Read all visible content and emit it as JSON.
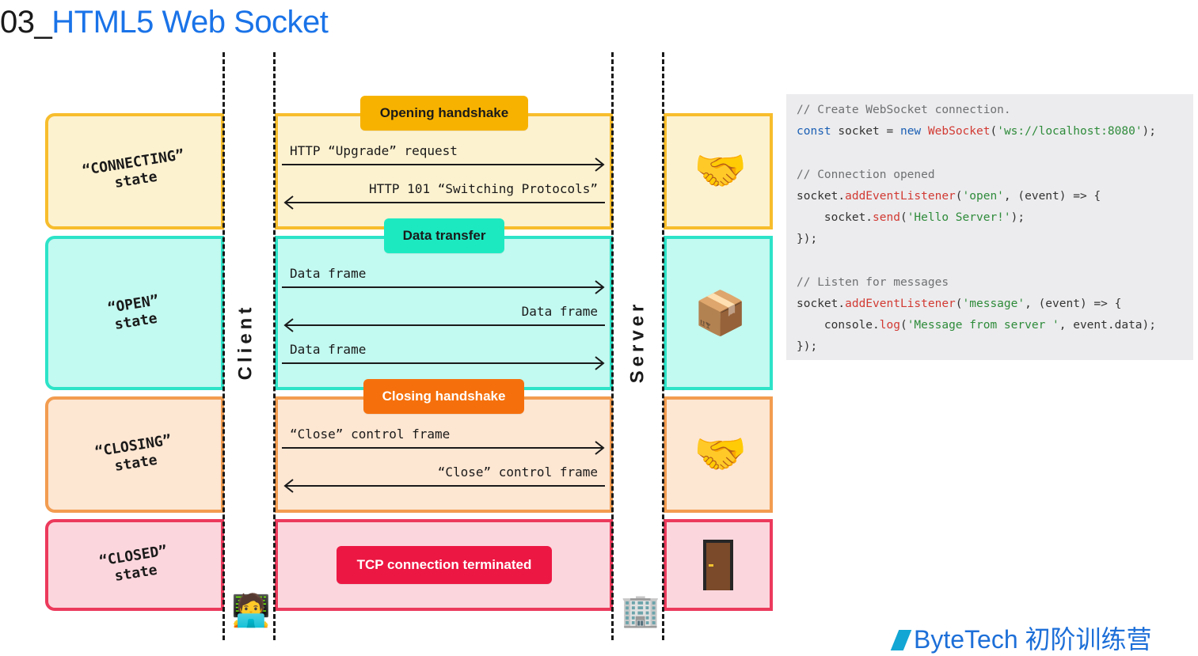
{
  "title": {
    "number": "03_",
    "text": "HTML5 Web Socket"
  },
  "lanes": {
    "client": "Client",
    "server": "Server"
  },
  "states": [
    {
      "line1": "“CONNECTING”",
      "line2": "state"
    },
    {
      "line1": "“OPEN”",
      "line2": "state"
    },
    {
      "line1": "“CLOSING”",
      "line2": "state"
    },
    {
      "line1": "“CLOSED”",
      "line2": "state"
    }
  ],
  "phases": {
    "opening": "Opening handshake",
    "data": "Data transfer",
    "closing": "Closing handshake",
    "terminated": "TCP connection terminated"
  },
  "messages": {
    "upgrade_request": "HTTP “Upgrade” request",
    "switching": "HTTP 101 “Switching Protocols”",
    "data_frame_1": "Data frame",
    "data_frame_2": "Data frame",
    "data_frame_3": "Data frame",
    "close_frame_1": "“Close” control frame",
    "close_frame_2": "“Close” control frame"
  },
  "emojis": {
    "handshake": "🤝",
    "package": "📦",
    "handshake_closing": "🤝",
    "door": "🚪",
    "client_avatar": "🧑‍💻",
    "server_building": "🏢"
  },
  "code": {
    "comment_create": "// Create WebSocket connection.",
    "kw_const": "const",
    "socket_var": " socket = ",
    "kw_new": "new",
    "fn_websocket": "WebSocket",
    "str_url": "'ws://localhost:8080'",
    "paren_close": ");",
    "comment_opened": "// Connection opened",
    "socket_obj": "socket.",
    "fn_add": "addEventListener",
    "str_open": "'open'",
    "event_arrow": ", (event) => {",
    "indent_socket": "    socket.",
    "fn_send": "send",
    "str_hello": "'Hello Server!'",
    "block_close": "});",
    "comment_listen": "// Listen for messages",
    "str_message": "'message'",
    "indent_console": "    console.",
    "fn_log": "log",
    "str_msg_from": "'Message from server '",
    "event_data": ", event.data);",
    "paren_open": "("
  },
  "logo": {
    "text": "ByteTech 初阶训练营"
  },
  "colors": {
    "connecting_fill": "#fdf2d0",
    "connecting_border": "#f7bd2c",
    "open_fill": "#c2f9f0",
    "open_border": "#2de3c8",
    "closing_fill": "#fde6d2",
    "closing_border": "#f29c50",
    "closed_fill": "#fcd6dd",
    "closed_border": "#ec3a5c",
    "opening_tag": "#f7b200",
    "data_tag": "#1de9c1",
    "closing_tag": "#f5700c",
    "terminated_tag": "#ec1843",
    "title_accent": "#1a73e8"
  }
}
